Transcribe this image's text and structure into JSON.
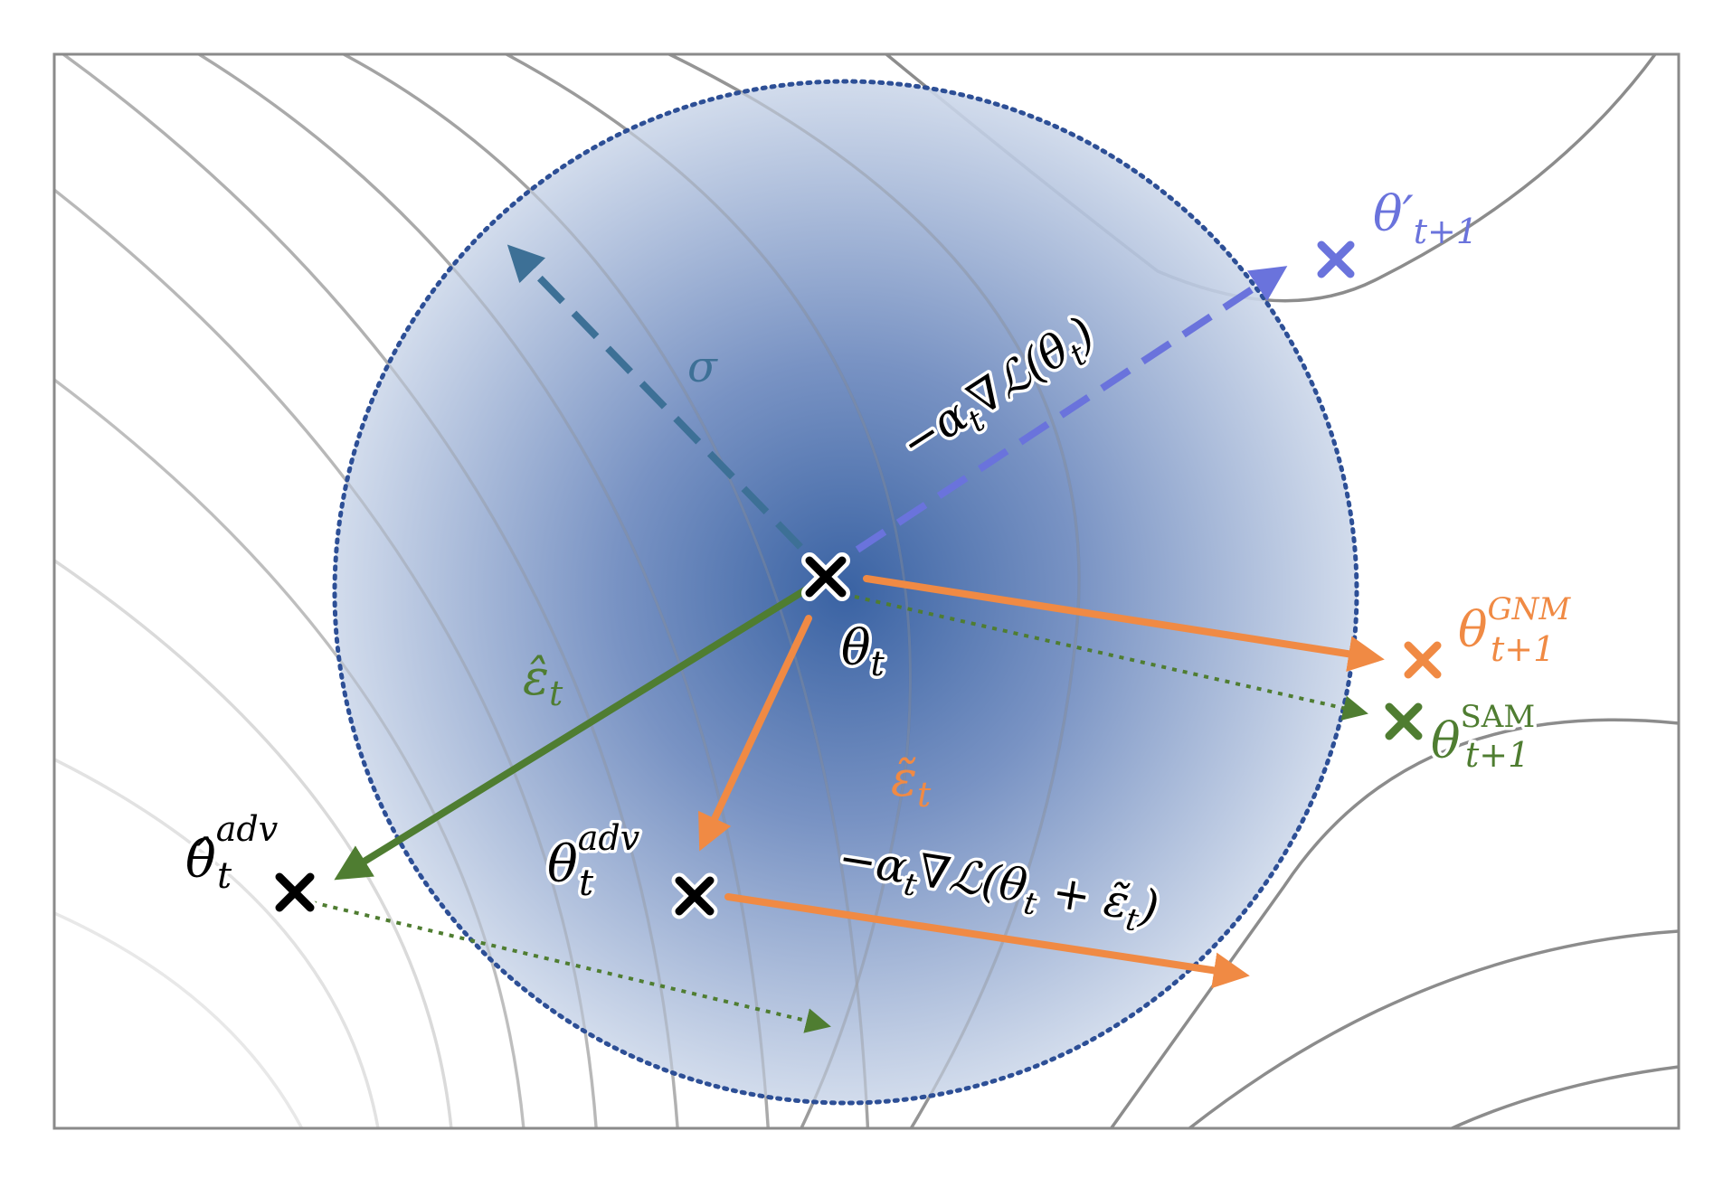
{
  "colors": {
    "frame": "#8a8a8a",
    "contour": "#8c8c8c",
    "ball_center": "#2f5a9e",
    "ball_edge": "#cdd8ea",
    "ball_border": "#2d4f96",
    "sigma": "#3d7096",
    "sgd": "#6a73dc",
    "gnm": "#f08a44",
    "sam": "#4f7d31",
    "point": "#000000"
  },
  "icons": {
    "point_marker": "x-cross-icon",
    "arrowhead": "arrowhead-icon"
  },
  "labels": {
    "sigma": "σ",
    "sgd_step": "−α",
    "sgd_step_sub": "t",
    "sgd_step_rest": "∇ℒ(θ",
    "sgd_step_sub2": "t",
    "sgd_step_close": ")",
    "theta_t": "θ",
    "theta_t_sub": "t",
    "theta_sgd": "θ′",
    "theta_sgd_sub": "t+1",
    "theta_gnm": "θ",
    "theta_gnm_sup": "GNM",
    "theta_gnm_sub": "t+1",
    "theta_sam": "θ",
    "theta_sam_sup": "SAM",
    "theta_sam_sub": "t+1",
    "eps_hat": "ε̂",
    "eps_hat_sub": "t",
    "eps_tilde": "ε̃",
    "eps_tilde_sub": "t",
    "theta_hat_adv": "θ̂",
    "theta_hat_adv_sup": "adv",
    "theta_hat_adv_sub": "t",
    "theta_adv": "θ",
    "theta_adv_sup": "adv",
    "theta_adv_sub": "t",
    "adv_step": "−α",
    "adv_step_sub": "t",
    "adv_step_rest": "∇ℒ(θ",
    "adv_step_sub2": "t",
    "adv_step_plus": " + ε̃",
    "adv_step_sub3": "t",
    "adv_step_close": ")"
  }
}
